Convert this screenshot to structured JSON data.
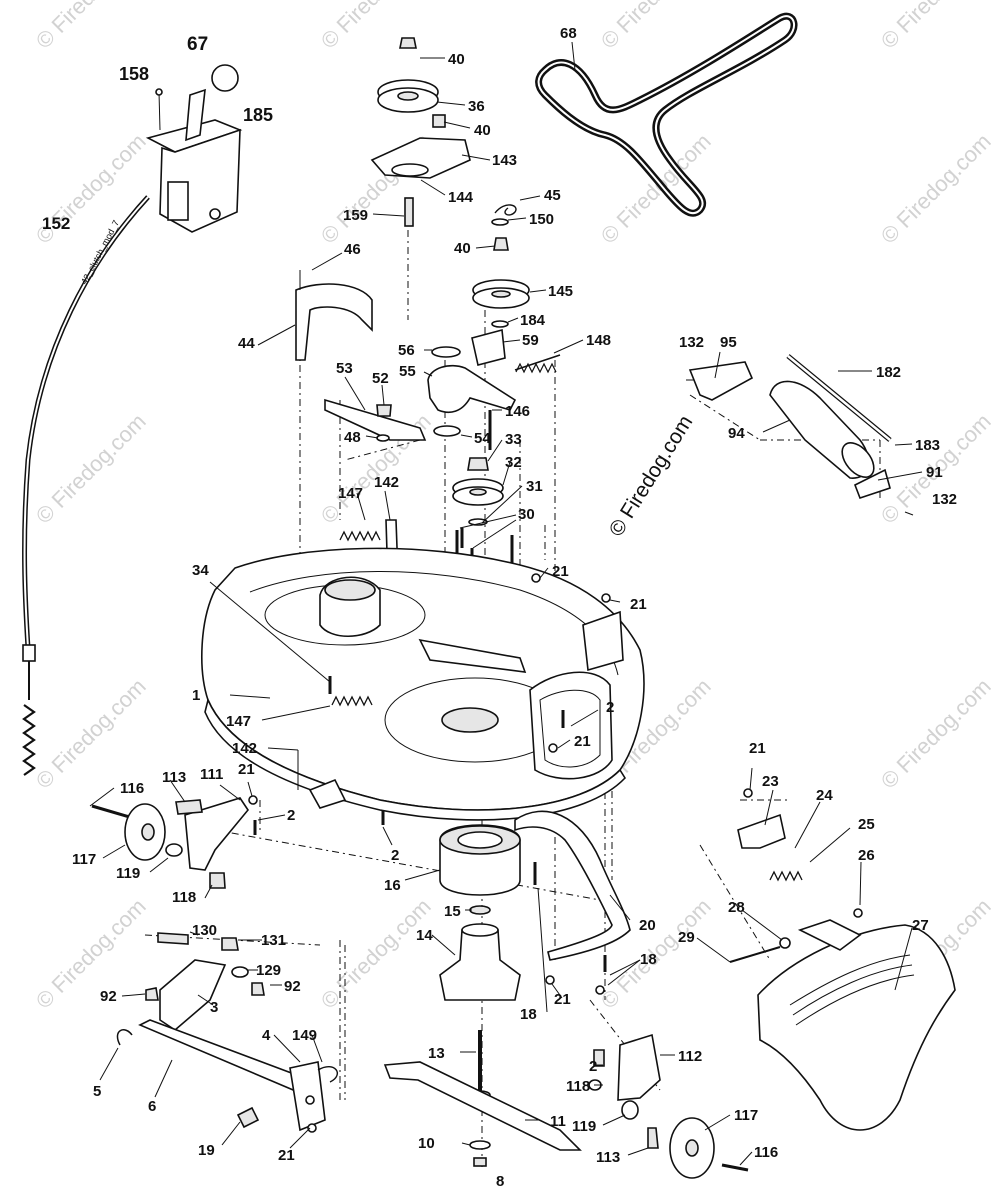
{
  "watermarks": {
    "brand_small": "© Firedog.com",
    "brand_center": "© Firedog.com"
  },
  "labels": {
    "cable_print": "42_clutch_mod_7"
  },
  "callouts": [
    {
      "id": "c67",
      "text": "67"
    },
    {
      "id": "c158",
      "text": "158"
    },
    {
      "id": "c185",
      "text": "185"
    },
    {
      "id": "c152",
      "text": "152"
    },
    {
      "id": "c40a",
      "text": "40"
    },
    {
      "id": "c36",
      "text": "36"
    },
    {
      "id": "c40b",
      "text": "40"
    },
    {
      "id": "c143",
      "text": "143"
    },
    {
      "id": "c144",
      "text": "144"
    },
    {
      "id": "c159",
      "text": "159"
    },
    {
      "id": "c68",
      "text": "68"
    },
    {
      "id": "c45",
      "text": "45"
    },
    {
      "id": "c150",
      "text": "150"
    },
    {
      "id": "c40c",
      "text": "40"
    },
    {
      "id": "c46",
      "text": "46"
    },
    {
      "id": "c145",
      "text": "145"
    },
    {
      "id": "c184",
      "text": "184"
    },
    {
      "id": "c44",
      "text": "44"
    },
    {
      "id": "c59",
      "text": "59"
    },
    {
      "id": "c148",
      "text": "148"
    },
    {
      "id": "c56",
      "text": "56"
    },
    {
      "id": "c53",
      "text": "53"
    },
    {
      "id": "c55",
      "text": "55"
    },
    {
      "id": "c52",
      "text": "52"
    },
    {
      "id": "c146",
      "text": "146"
    },
    {
      "id": "c54",
      "text": "54"
    },
    {
      "id": "c48",
      "text": "48"
    },
    {
      "id": "c33",
      "text": "33"
    },
    {
      "id": "c32",
      "text": "32"
    },
    {
      "id": "c132a",
      "text": "132"
    },
    {
      "id": "c95",
      "text": "95"
    },
    {
      "id": "c182",
      "text": "182"
    },
    {
      "id": "c94",
      "text": "94"
    },
    {
      "id": "c183",
      "text": "183"
    },
    {
      "id": "c91",
      "text": "91"
    },
    {
      "id": "c132b",
      "text": "132"
    },
    {
      "id": "c147a",
      "text": "147"
    },
    {
      "id": "c142a",
      "text": "142"
    },
    {
      "id": "c31",
      "text": "31"
    },
    {
      "id": "c30",
      "text": "30"
    },
    {
      "id": "c21a",
      "text": "21"
    },
    {
      "id": "c21b",
      "text": "21"
    },
    {
      "id": "c34",
      "text": "34"
    },
    {
      "id": "c1",
      "text": "1"
    },
    {
      "id": "c147b",
      "text": "147"
    },
    {
      "id": "c2a",
      "text": "2"
    },
    {
      "id": "c21c",
      "text": "21"
    },
    {
      "id": "c142b",
      "text": "142"
    },
    {
      "id": "c116a",
      "text": "116"
    },
    {
      "id": "c113a",
      "text": "113"
    },
    {
      "id": "c111",
      "text": "111"
    },
    {
      "id": "c21d",
      "text": "21"
    },
    {
      "id": "c2b",
      "text": "2"
    },
    {
      "id": "c117a",
      "text": "117"
    },
    {
      "id": "c119a",
      "text": "119"
    },
    {
      "id": "c118a",
      "text": "118"
    },
    {
      "id": "c2c",
      "text": "2"
    },
    {
      "id": "c16",
      "text": "16"
    },
    {
      "id": "c21e",
      "text": "21"
    },
    {
      "id": "c23",
      "text": "23"
    },
    {
      "id": "c24",
      "text": "24"
    },
    {
      "id": "c25",
      "text": "25"
    },
    {
      "id": "c26",
      "text": "26"
    },
    {
      "id": "c130",
      "text": "130"
    },
    {
      "id": "c131",
      "text": "131"
    },
    {
      "id": "c15",
      "text": "15"
    },
    {
      "id": "c20",
      "text": "20"
    },
    {
      "id": "c28",
      "text": "28"
    },
    {
      "id": "c27",
      "text": "27"
    },
    {
      "id": "c14",
      "text": "14"
    },
    {
      "id": "c29",
      "text": "29"
    },
    {
      "id": "c18a",
      "text": "18"
    },
    {
      "id": "c129",
      "text": "129"
    },
    {
      "id": "c92a",
      "text": "92"
    },
    {
      "id": "c92b",
      "text": "92"
    },
    {
      "id": "c3",
      "text": "3"
    },
    {
      "id": "c21f",
      "text": "21"
    },
    {
      "id": "c18b",
      "text": "18"
    },
    {
      "id": "c4",
      "text": "4"
    },
    {
      "id": "c149",
      "text": "149"
    },
    {
      "id": "c5",
      "text": "5"
    },
    {
      "id": "c6",
      "text": "6"
    },
    {
      "id": "c13",
      "text": "13"
    },
    {
      "id": "c2d",
      "text": "2"
    },
    {
      "id": "c112",
      "text": "112"
    },
    {
      "id": "c118b",
      "text": "118"
    },
    {
      "id": "c117b",
      "text": "117"
    },
    {
      "id": "c11",
      "text": "11"
    },
    {
      "id": "c119b",
      "text": "119"
    },
    {
      "id": "c19",
      "text": "19"
    },
    {
      "id": "c21g",
      "text": "21"
    },
    {
      "id": "c10",
      "text": "10"
    },
    {
      "id": "c113b",
      "text": "113"
    },
    {
      "id": "c116b",
      "text": "116"
    },
    {
      "id": "c8",
      "text": "8"
    }
  ]
}
